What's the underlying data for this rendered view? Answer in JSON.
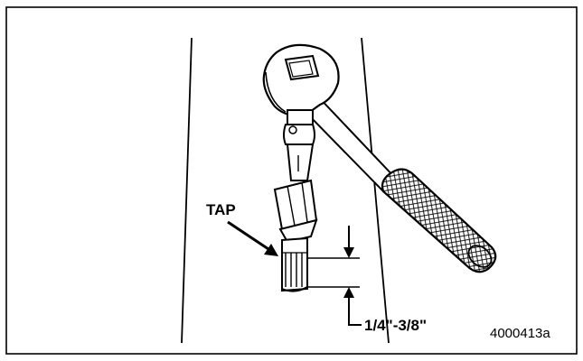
{
  "labels": {
    "tap": "TAP",
    "depth": "1/4\"-3/8\"",
    "figure_code": "4000413a"
  },
  "colors": {
    "line": "#000000",
    "background": "#ffffff"
  },
  "icons": {
    "ratchet_wrench": "ratchet-wrench-icon",
    "tap_tool": "tap-tool-icon"
  }
}
